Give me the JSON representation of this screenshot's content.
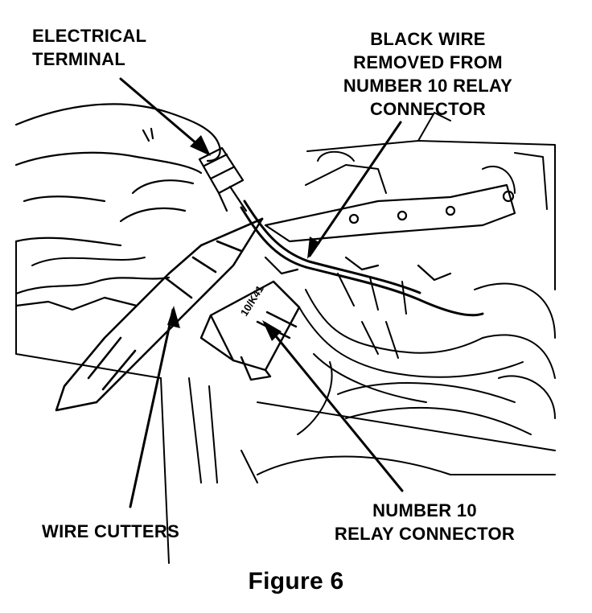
{
  "labels": {
    "electrical_terminal": [
      "ELECTRICAL",
      "TERMINAL"
    ],
    "black_wire": [
      "BLACK WIRE",
      "REMOVED FROM",
      "NUMBER 10 RELAY",
      "CONNECTOR"
    ],
    "relay_connector": [
      "NUMBER 10",
      "RELAY CONNECTOR"
    ],
    "wire_cutters": "WIRE CUTTERS",
    "connector_marking": "10/K41"
  },
  "caption": "Figure 6",
  "colors": {
    "ink": "#000000",
    "paper": "#ffffff"
  }
}
